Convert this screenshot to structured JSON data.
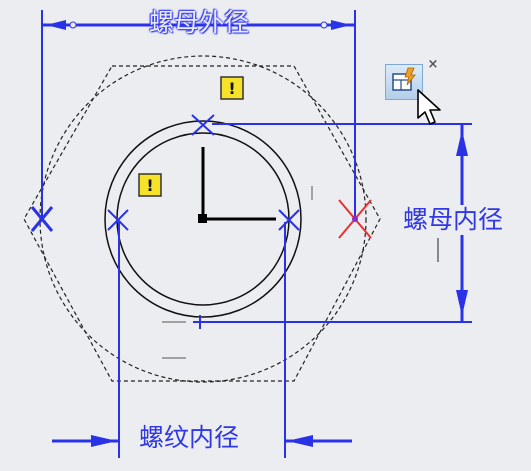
{
  "dimensions": {
    "nut_outer_label": "螺母外径",
    "nut_inner_label": "螺母内径",
    "thread_inner_label": "螺纹内径"
  },
  "warning_badges": [
    {
      "glyph": "!"
    },
    {
      "glyph": "!"
    }
  ],
  "toolbar": {
    "close_glyph": "×"
  },
  "colors": {
    "dimension_blue": "#2a32e8",
    "drawing_black": "#111111",
    "selected_red": "#e83030",
    "warning_yellow": "#f6e22a",
    "background": "#ecedf0"
  }
}
